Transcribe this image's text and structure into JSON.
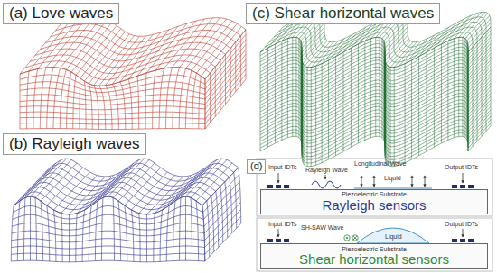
{
  "diagram": {
    "nodes": [
      {
        "text": [
          "(a) Love waves"
        ]
      },
      {
        "text": [
          "(b) Rayleigh waves"
        ]
      },
      {
        "text": [
          "(c) Shear horizontal waves"
        ]
      },
      {
        "text": [
          "(d)"
        ]
      },
      {
        "text": [
          "Piezoelectric Substrate",
          "Rayleigh sensors"
        ]
      },
      {
        "text": [
          "Piezoelectric Substrate",
          "Shear horizontal sensors"
        ]
      }
    ],
    "labels": [
      "Input IDTs",
      "Rayleigh Wave",
      "Longitudinal Wave",
      "Liquid",
      "Output IDTs",
      "Input IDTs",
      "SH-SAW Wave",
      "Liquid",
      "Output IDTs"
    ]
  }
}
